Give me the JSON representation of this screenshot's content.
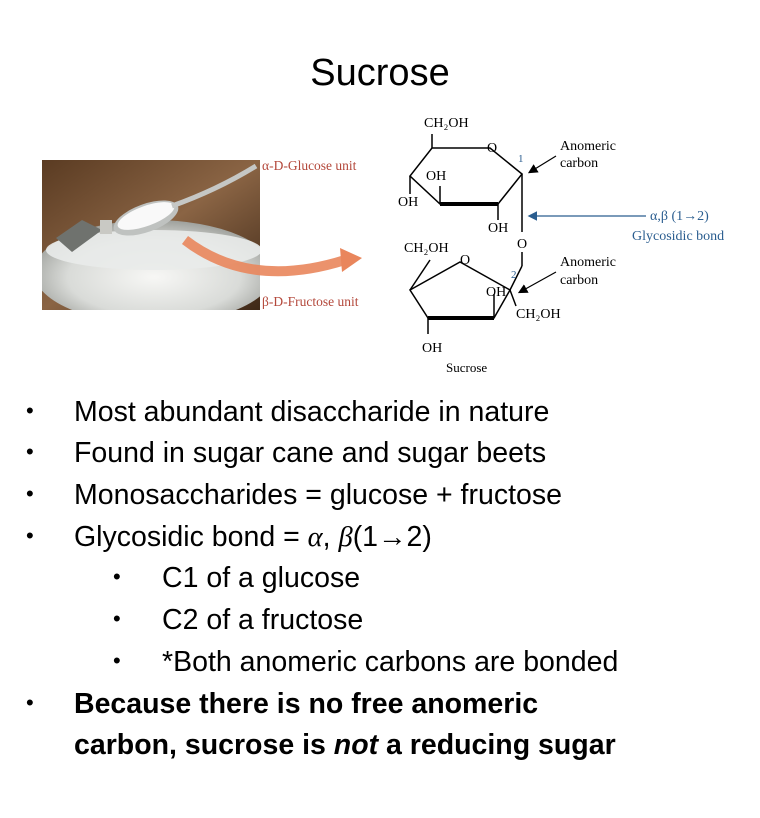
{
  "slide": {
    "title": "Sucrose"
  },
  "figure": {
    "glucose_label": "α-D-Glucose unit",
    "fructose_label": "β-D-Fructose unit",
    "ch2oh": "CH₂OH",
    "oh": "OH",
    "o": "O",
    "num1": "1",
    "num2": "2",
    "anomeric_top_1": "Anomeric",
    "anomeric_top_2": "carbon",
    "anomeric_bottom_1": "Anomeric",
    "anomeric_bottom_2": "carbon",
    "bond_label_1": "α,β (1→2)",
    "bond_label_2": "Glycosidic bond",
    "caption": "Sucrose",
    "colors": {
      "label_red": "#b3473a",
      "label_blue": "#2a5d8f",
      "arrow": "#e9865c"
    }
  },
  "bullets": {
    "b1": "Most abundant disaccharide in nature",
    "b2": "Found in sugar cane and sugar beets",
    "b3": "Monosaccharides = glucose + fructose",
    "b4_prefix": "Glycosidic bond = ",
    "b4_alpha": "α",
    "b4_comma": ", ",
    "b4_beta": "β",
    "b4_suffix": "(1→2)",
    "s1": "C1 of a glucose",
    "s2": "C2 of a fructose",
    "s3": "*Both anomeric carbons are bonded",
    "b5_line1": "Because there is no free anomeric",
    "b5_line2_a": "carbon, sucrose is ",
    "b5_line2_b": "not",
    "b5_line2_c": " a reducing sugar",
    "bullet_char": "•"
  }
}
